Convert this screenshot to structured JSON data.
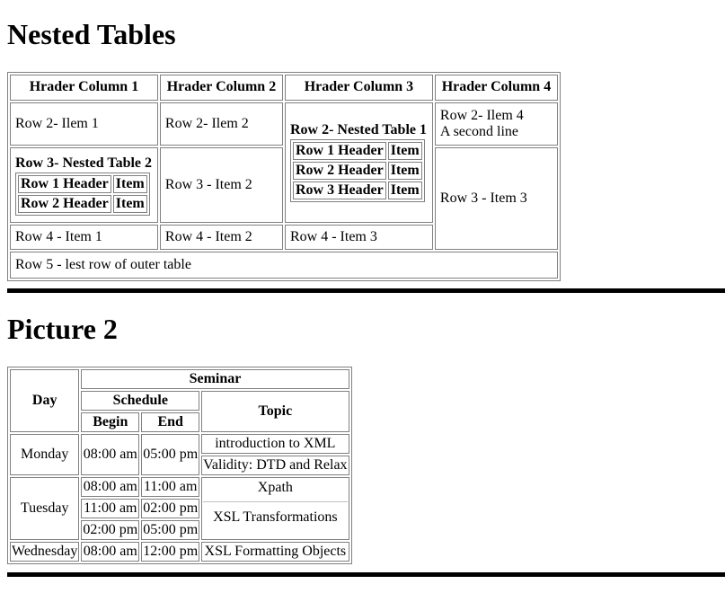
{
  "section1": {
    "title": "Nested Tables",
    "headers": [
      "Hrader Column 1",
      "Hrader Column 2",
      "Hrader Column 3",
      "Hrader Column 4"
    ],
    "row2": {
      "c1": "Row 2- Ilem 1",
      "c2": "Row 2- Ilem 2",
      "c3_title": "Row 2- Nested Table 1",
      "c3_rows": [
        {
          "header": "Row 1 Header",
          "item": "Item"
        },
        {
          "header": "Row 2 Header",
          "item": "Item"
        },
        {
          "header": "Row 3 Header",
          "item": "Item"
        }
      ],
      "c4_line1": "Row 2- Ilem 4",
      "c4_line2": "A second line"
    },
    "row3": {
      "c1_title": "Row 3- Nested Table 2",
      "c1_rows": [
        {
          "header": "Row 1 Header",
          "item": "Item"
        },
        {
          "header": "Row 2 Header",
          "item": "Item"
        }
      ],
      "c2": "Row 3 - Item 2",
      "c4": "Row 3 - Item 3"
    },
    "row4": {
      "c1": "Row 4 - Item 1",
      "c2": "Row 4 - Item 2",
      "c3": "Row 4 - Item 3"
    },
    "row5": "Row 5 - lest row of outer table"
  },
  "section2": {
    "title": "Picture 2",
    "head": {
      "day": "Day",
      "seminar": "Seminar",
      "schedule": "Schedule",
      "topic": "Topic",
      "begin": "Begin",
      "end": "End"
    },
    "rows": {
      "monday": {
        "day": "Monday",
        "begin": "08:00 am",
        "end": "05:00 pm",
        "topic1": "introduction to XML",
        "topic2": "Validity: DTD and Relax"
      },
      "tuesday": {
        "day": "Tuesday",
        "slots": [
          {
            "begin": "08:00 am",
            "end": "11:00 am"
          },
          {
            "begin": "11:00 am",
            "end": "02:00 pm"
          },
          {
            "begin": "02:00 pm",
            "end": "05:00 pm"
          }
        ],
        "topic1": "Xpath",
        "topic2": "XSL Transformations"
      },
      "wednesday": {
        "day": "Wednesday",
        "begin": "08:00 am",
        "end": "12:00 pm",
        "topic": "XSL Formatting Objects"
      }
    }
  }
}
